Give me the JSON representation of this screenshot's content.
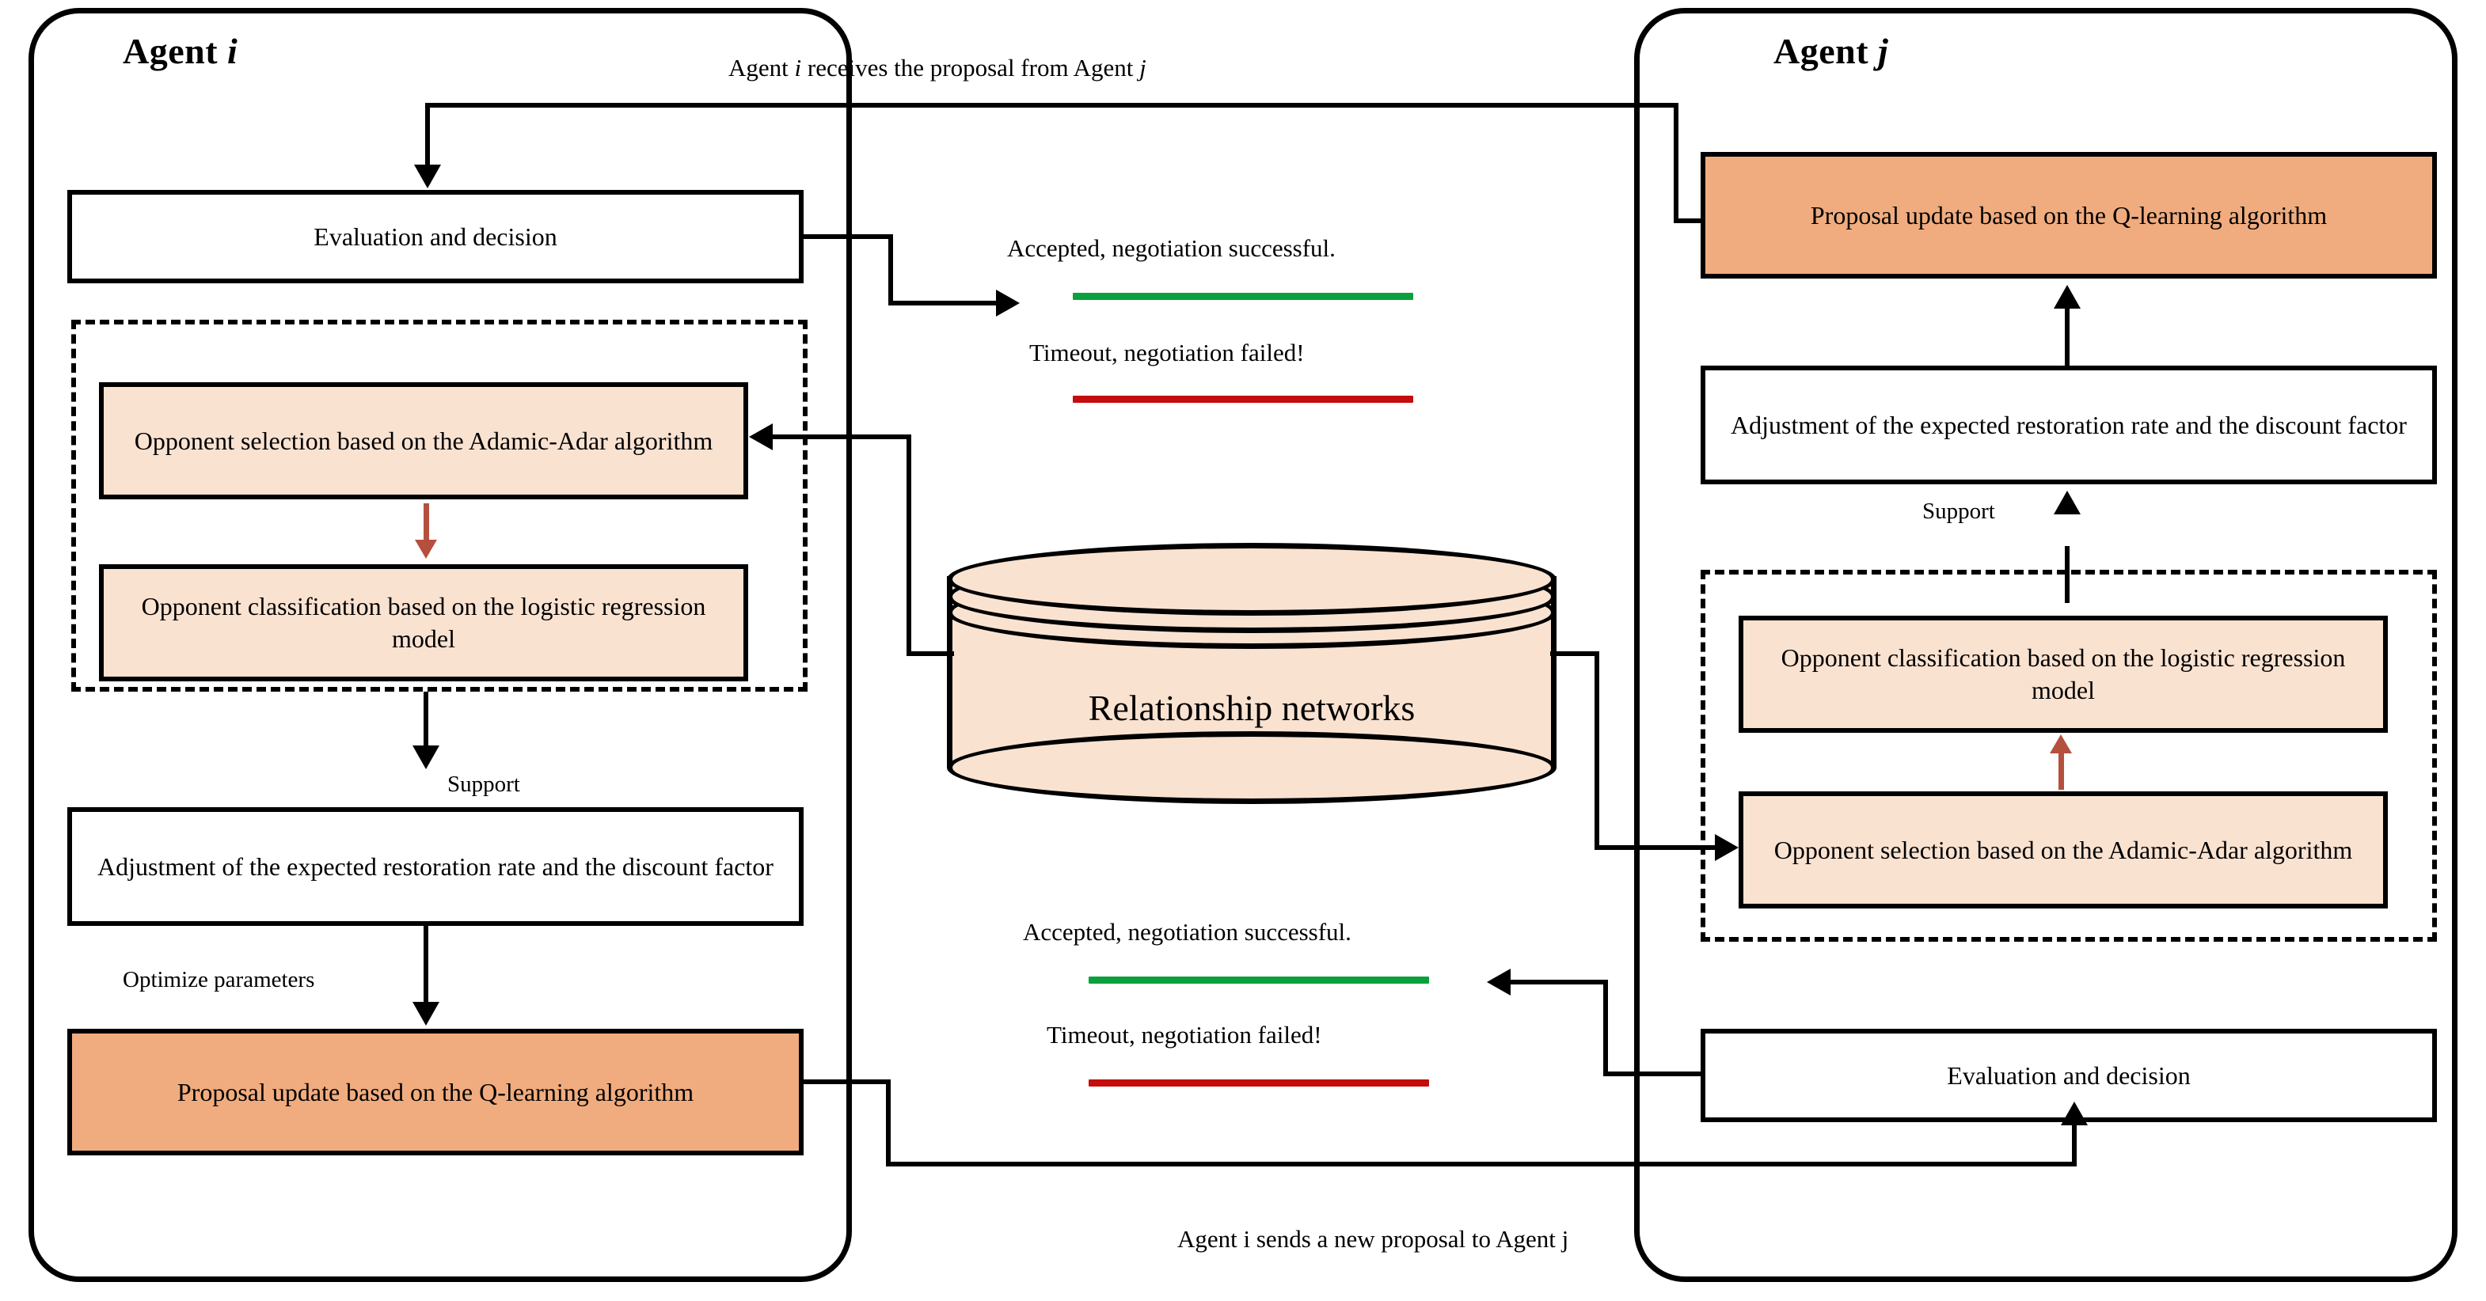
{
  "diagram": {
    "agent_i": {
      "title_prefix": "Agent ",
      "title_var": "i",
      "boxes": {
        "evaluation": "Evaluation and decision",
        "opponent_selection": "Opponent selection based on the Adamic-Adar algorithm",
        "opponent_classification": "Opponent classification based on the logistic regression model",
        "adjustment": "Adjustment of the expected restoration rate and  the discount factor",
        "proposal_update": "Proposal update based on the Q-learning algorithm"
      },
      "edge_labels": {
        "support": "Support",
        "optimize": "Optimize  parameters"
      }
    },
    "agent_j": {
      "title_prefix": "Agent ",
      "title_var": "j",
      "boxes": {
        "proposal_update": "Proposal update based on the Q-learning algorithm",
        "adjustment": "Adjustment of the expected restoration rate and  the discount factor",
        "opponent_classification": "Opponent classification based on the logistic regression model",
        "opponent_selection": "Opponent selection based on the Adamic-Adar algorithm",
        "evaluation": "Evaluation and decision"
      },
      "edge_labels": {
        "support": "Support"
      }
    },
    "datastore": {
      "label": "Relationship networks"
    },
    "top_caption": {
      "pre": "Agent ",
      "var1": "i",
      "mid": " receives the proposal from Agent ",
      "var2": "j"
    },
    "bottom_caption": "Agent i sends a new proposal to  Agent j",
    "status_top": {
      "accepted": "Accepted, negotiation successful.",
      "timeout": "Timeout, negotiation failed!"
    },
    "status_bottom": {
      "accepted": "Accepted, negotiation successful.",
      "timeout": "Timeout, negotiation failed!"
    },
    "colors": {
      "accepted_rule": "#0aa03c",
      "timeout_rule": "#c40d0d",
      "peach_fill": "#fae2d1",
      "orange_fill": "#f0ac7e",
      "red_arrow": "#b5503f",
      "stroke": "#000000"
    }
  }
}
